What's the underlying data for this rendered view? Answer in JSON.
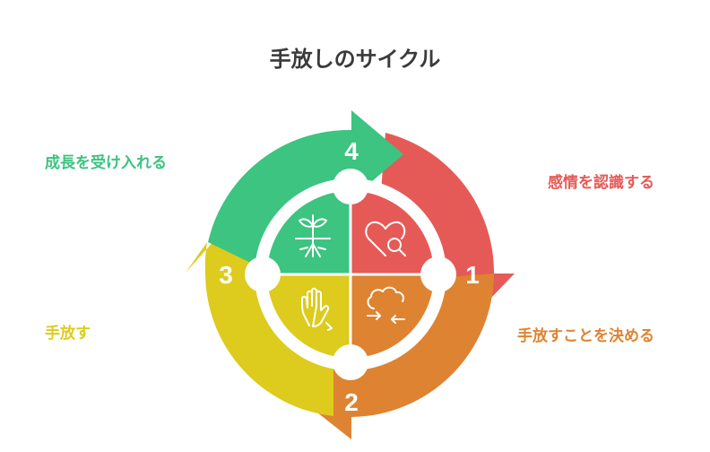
{
  "title": "手放しのサイクル",
  "colors": {
    "red": "#E55A57",
    "orange": "#DE8331",
    "yellow": "#DDCB1D",
    "green": "#3CC480",
    "title": "#3A3A3A"
  },
  "steps": [
    {
      "number": "1",
      "label": "感情を認識する",
      "color": "#E55A57",
      "icon": "heart-search-icon"
    },
    {
      "number": "2",
      "label": "手放すことを決める",
      "color": "#DE8331",
      "icon": "cloud-arrows-icon"
    },
    {
      "number": "3",
      "label": "手放す",
      "color": "#DDCB1D",
      "icon": "open-hand-icon"
    },
    {
      "number": "4",
      "label": "成長を受け入れる",
      "color": "#3CC480",
      "icon": "sprout-roots-icon"
    }
  ]
}
